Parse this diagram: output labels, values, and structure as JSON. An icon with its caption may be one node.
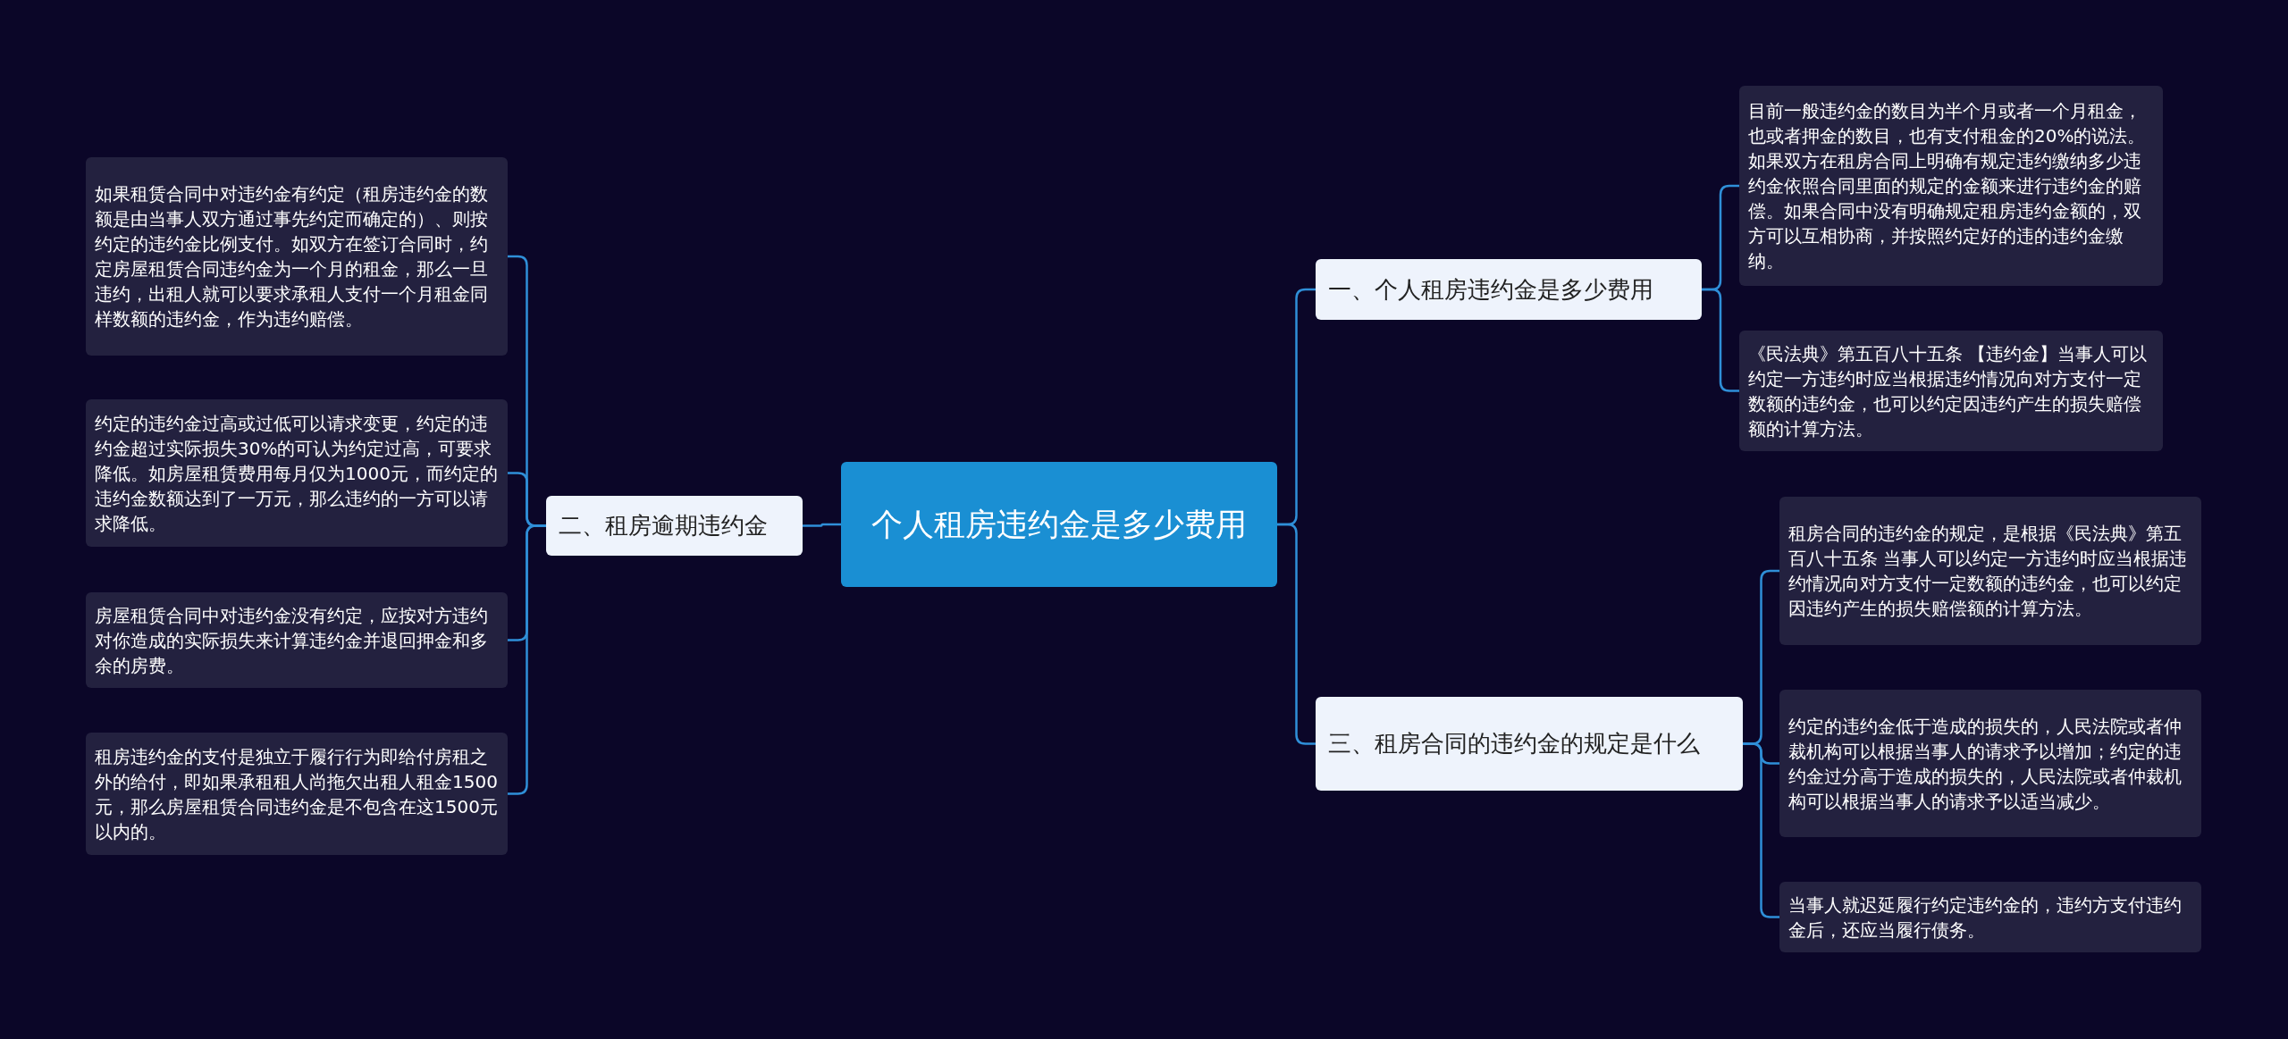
{
  "diagram": {
    "nodes": [
      {
        "text": [
          "个人租房违约金是多少费用"
        ]
      },
      {
        "text": [
          "一、个人租房违约金是多少费用"
        ]
      },
      {
        "text": [
          "目前一般违约金的数目为半个月或者一个月租金，也或者押金的数目，也有支付租金的20%的说法。如果双方在租房合同上明确有规定违约缴纳多少违约金依照合同里面的规定的金额来进行违约金的赔偿。如果合同中没有明确规定租房违约金额的，双方可以互相协商，并按照约定好的违的违约金缴纳。"
        ]
      },
      {
        "text": [
          "《民法典》第五百八十五条 【违约金】当事人可以约定一方违约时应当根据违约情况向对方支付一定数额的违约金，也可以约定因违约产生的损失赔偿额的计算方法。"
        ]
      },
      {
        "text": [
          "二、租房逾期违约金"
        ]
      },
      {
        "text": [
          "如果租赁合同中对违约金有约定（租房违约金的数额是由当事人双方通过事先约定而确定的）、则按约定的违约金比例支付。如双方在签订合同时，约定房屋租赁合同违约金为一个月的租金，那么一旦违约，出租人就可以要求承租人支付一个月租金同样数额的违约金，作为违约赔偿。"
        ]
      },
      {
        "text": [
          "约定的违约金过高或过低可以请求变更，约定的违约金超过实际损失30%的可认为约定过高，可要求降低。如房屋租赁费用每月仅为1000元，而约定的违约金数额达到了一万元，那么违约的一方可以请求降低。"
        ]
      },
      {
        "text": [
          "房屋租赁合同中对违约金没有约定，应按对方违约对你造成的实际损失来计算违约金并退回押金和多余的房费。"
        ]
      },
      {
        "text": [
          "租房违约金的支付是独立于履行行为即给付房租之外的给付，即如果承租租人尚拖欠出租人租金1500元，那么房屋租赁合同违约金是不包含在这1500元以内的。"
        ]
      },
      {
        "text": [
          "三、租房合同的违约金的规定是什么"
        ]
      },
      {
        "text": [
          "租房合同的违约金的规定，是根据《民法典》第五百八十五条 当事人可以约定一方违约时应当根据违约情况向对方支付一定数额的违约金，也可以约定因违约产生的损失赔偿额的计算方法。"
        ]
      },
      {
        "text": [
          "约定的违约金低于造成的损失的，人民法院或者仲裁机构可以根据当事人的请求予以增加；约定的违约金过分高于造成的损失的，人民法院或者仲裁机构可以根据当事人的请求予以适当减少。"
        ]
      },
      {
        "text": [
          "当事人就迟延履行约定违约金的，违约方支付违约金后，还应当履行债务。"
        ]
      }
    ],
    "edges": [
      {
        "from": 0,
        "to": 1,
        "arrow": "none"
      },
      {
        "from": 1,
        "to": 2,
        "arrow": "none"
      },
      {
        "from": 1,
        "to": 3,
        "arrow": "none"
      },
      {
        "from": 0,
        "to": 4,
        "arrow": "none"
      },
      {
        "from": 4,
        "to": 5,
        "arrow": "none"
      },
      {
        "from": 4,
        "to": 6,
        "arrow": "none"
      },
      {
        "from": 4,
        "to": 7,
        "arrow": "none"
      },
      {
        "from": 4,
        "to": 8,
        "arrow": "none"
      },
      {
        "from": 0,
        "to": 9,
        "arrow": "none"
      },
      {
        "from": 9,
        "to": 10,
        "arrow": "none"
      },
      {
        "from": 9,
        "to": 11,
        "arrow": "none"
      },
      {
        "from": 9,
        "to": 12,
        "arrow": "none"
      }
    ]
  }
}
